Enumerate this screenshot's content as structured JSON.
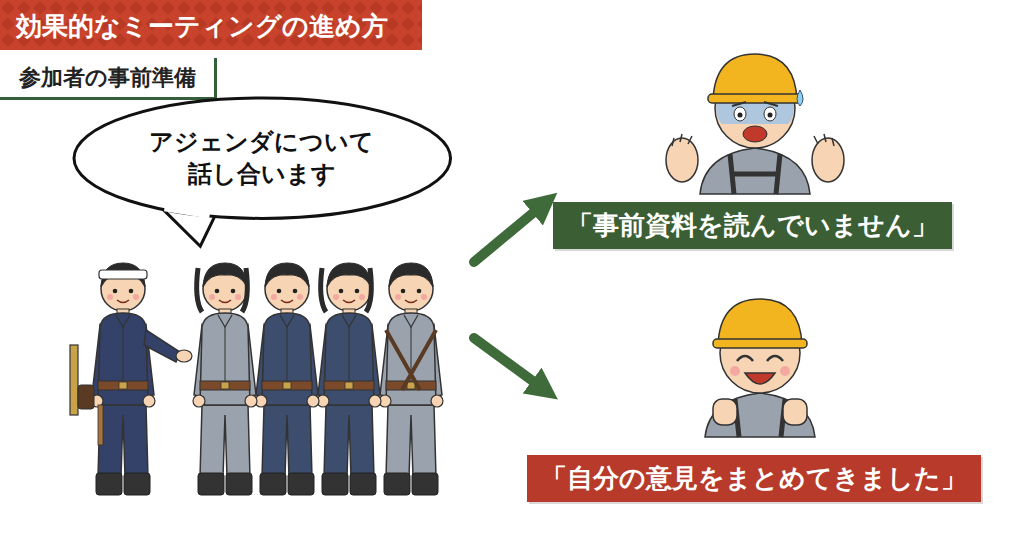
{
  "diagram": {
    "title": "効果的なミーティングの進め方",
    "nodes": [
      {
        "text": [
          "参加者の事前準備"
        ]
      },
      {
        "text": [
          "アジェンダについて 話し合います"
        ]
      },
      {
        "text": [
          "「事前資料を読んでいません」"
        ]
      },
      {
        "text": [
          "「自分の意見をまとめてきました」"
        ]
      }
    ]
  }
}
